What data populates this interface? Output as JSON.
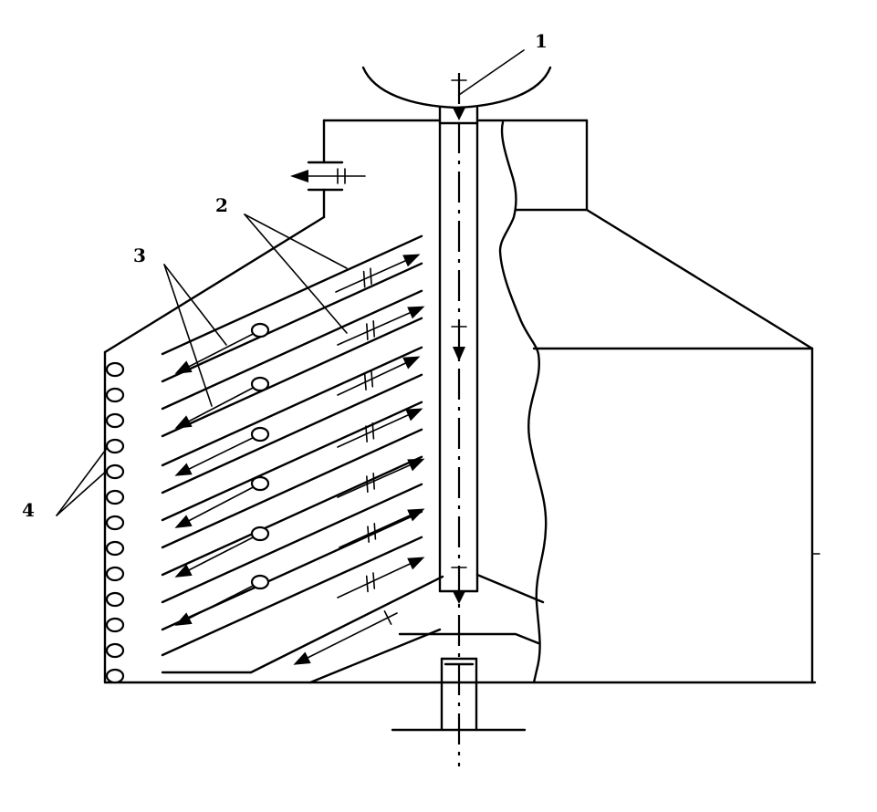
{
  "labels": {
    "l1": "1",
    "l2": "2",
    "l3": "3",
    "l4": "4"
  }
}
